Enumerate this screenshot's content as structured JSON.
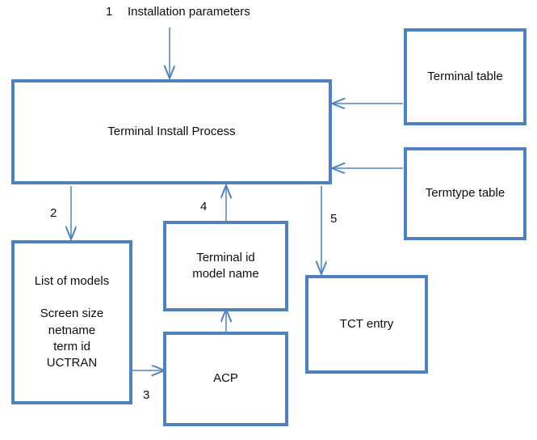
{
  "diagram": {
    "title_text": "Installation parameters",
    "accent_color": "#4f81bd",
    "text_color": "#0d0d0d",
    "background_color": "#ffffff",
    "nodes": {
      "terminal_install_process": "Terminal Install Process",
      "terminal_table": "Terminal table",
      "termtype_table": "Termtype table",
      "list_of_models": "List of models\n\nScreen size\nnetname\nterm id\nUCTRAN",
      "terminal_id_model_name": "Terminal id\nmodel name",
      "acp": "ACP",
      "tct_entry": "TCT entry"
    },
    "step_numbers": {
      "one": "1",
      "two": "2",
      "three": "3",
      "four": "4",
      "five": "5"
    },
    "connectors": [
      {
        "name": "installation-parameters-to-process",
        "step": "1",
        "from": "Installation parameters",
        "to": "Terminal Install Process",
        "direction": "down"
      },
      {
        "name": "process-to-list-of-models",
        "step": "2",
        "from": "Terminal Install Process",
        "to": "List of models",
        "direction": "down"
      },
      {
        "name": "list-of-models-to-acp",
        "step": "3",
        "from": "List of models",
        "to": "ACP",
        "direction": "right"
      },
      {
        "name": "acp-to-terminal-id-model-name",
        "step": "",
        "from": "ACP",
        "to": "Terminal id model name",
        "direction": "up"
      },
      {
        "name": "terminal-id-model-name-to-process",
        "step": "4",
        "from": "Terminal id model name",
        "to": "Terminal Install Process",
        "direction": "up"
      },
      {
        "name": "process-to-tct-entry",
        "step": "5",
        "from": "Terminal Install Process",
        "to": "TCT entry",
        "direction": "down"
      },
      {
        "name": "terminal-table-to-process",
        "step": "",
        "from": "Terminal table",
        "to": "Terminal Install Process",
        "direction": "left"
      },
      {
        "name": "termtype-table-to-process",
        "step": "",
        "from": "Termtype table",
        "to": "Terminal Install Process",
        "direction": "left"
      }
    ]
  }
}
